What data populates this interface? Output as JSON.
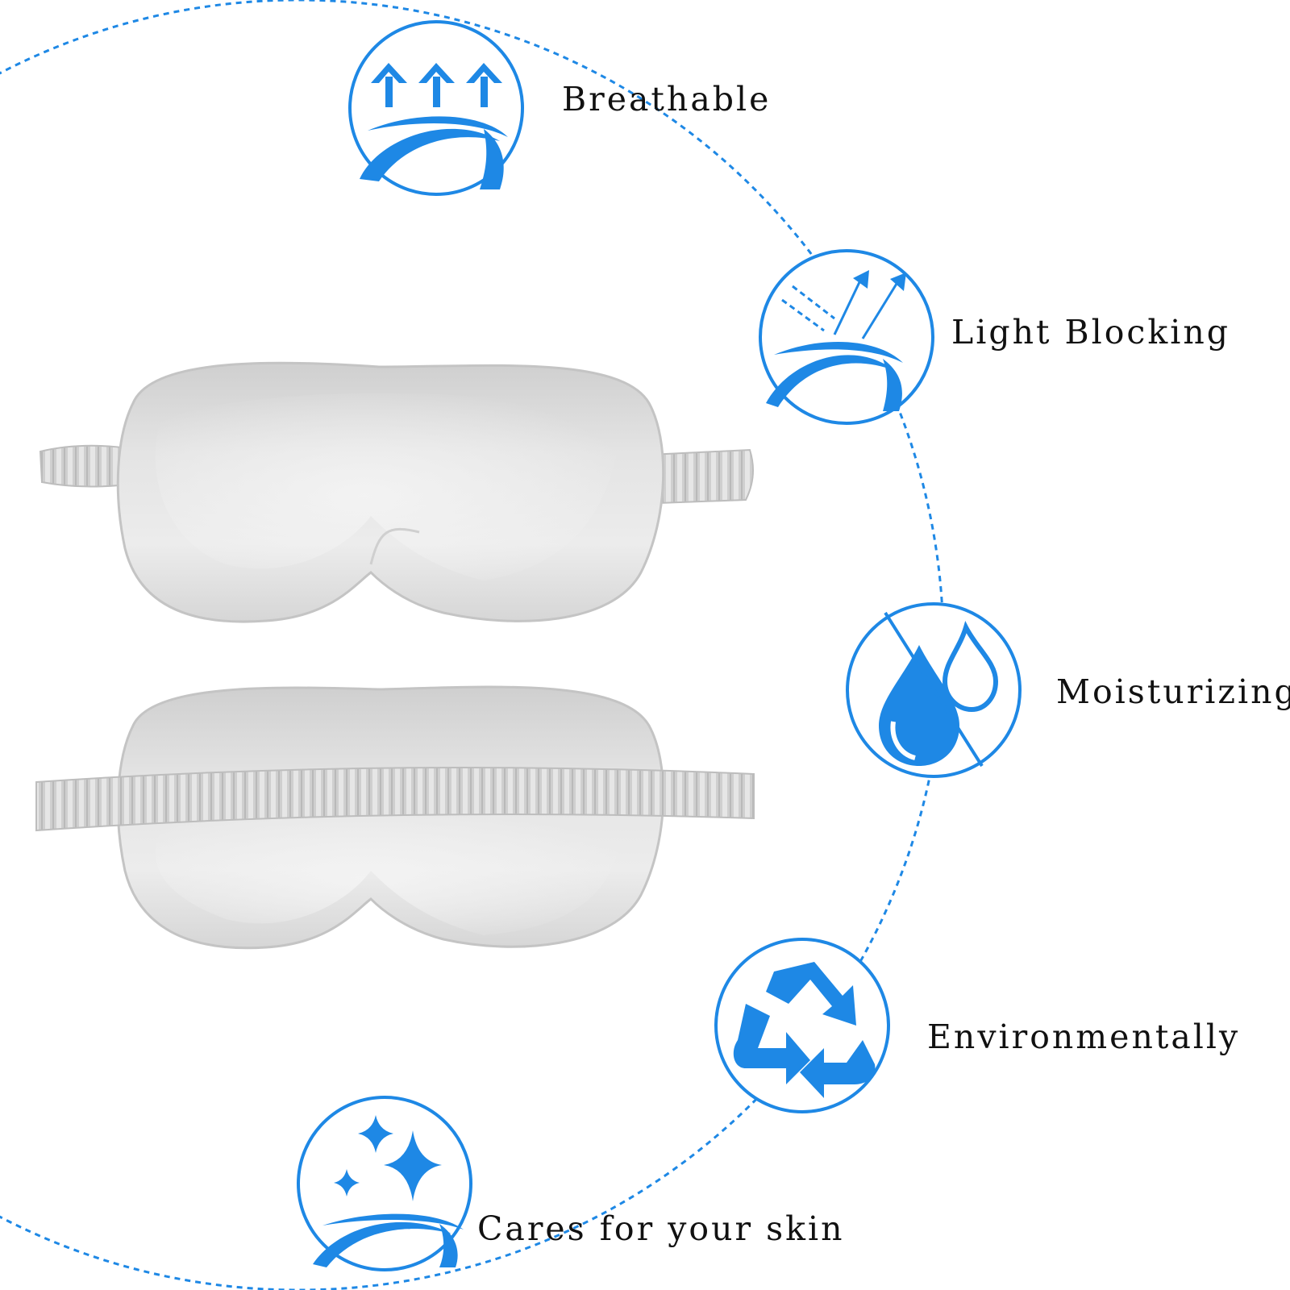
{
  "features": [
    {
      "label": "Breathable",
      "icon": "breathable-arrows-icon"
    },
    {
      "label": "Light Blocking",
      "icon": "light-blocking-icon"
    },
    {
      "label": "Moisturizing",
      "icon": "water-drops-icon"
    },
    {
      "label": "Environmentally",
      "icon": "recycle-icon"
    },
    {
      "label": "Cares for your skin",
      "icon": "sparkles-icon"
    }
  ],
  "product": {
    "items": [
      "sleep-mask-top",
      "sleep-mask-bottom"
    ]
  },
  "colors": {
    "accent": "#1e88e5",
    "mask_fill": "#d9d9d9",
    "mask_highlight": "#eeeeee",
    "mask_shadow": "#bdbdbd",
    "text": "#111111",
    "background": "#ffffff"
  }
}
